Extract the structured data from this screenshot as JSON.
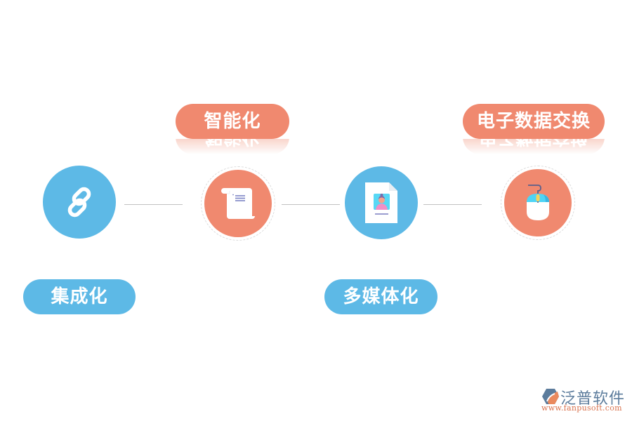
{
  "diagram": {
    "nodes": [
      {
        "id": "integration",
        "label": "集成化",
        "icon": "chain-link-icon",
        "color": "#5db9e6",
        "label_position": "below"
      },
      {
        "id": "intelligence",
        "label": "智能化",
        "icon": "scroll-document-icon",
        "color": "#f0896f",
        "label_position": "above"
      },
      {
        "id": "multimedia",
        "label": "多媒体化",
        "icon": "profile-document-icon",
        "color": "#5db9e6",
        "label_position": "below"
      },
      {
        "id": "edi",
        "label": "电子数据交换",
        "icon": "computer-mouse-icon",
        "color": "#f0896f",
        "label_position": "above"
      }
    ],
    "connector_color": "#c2c2c2"
  },
  "colors": {
    "blue": "#5db9e6",
    "orange": "#f0896f"
  },
  "logo": {
    "name": "泛普软件",
    "url": "www.fanpusoft.com"
  }
}
